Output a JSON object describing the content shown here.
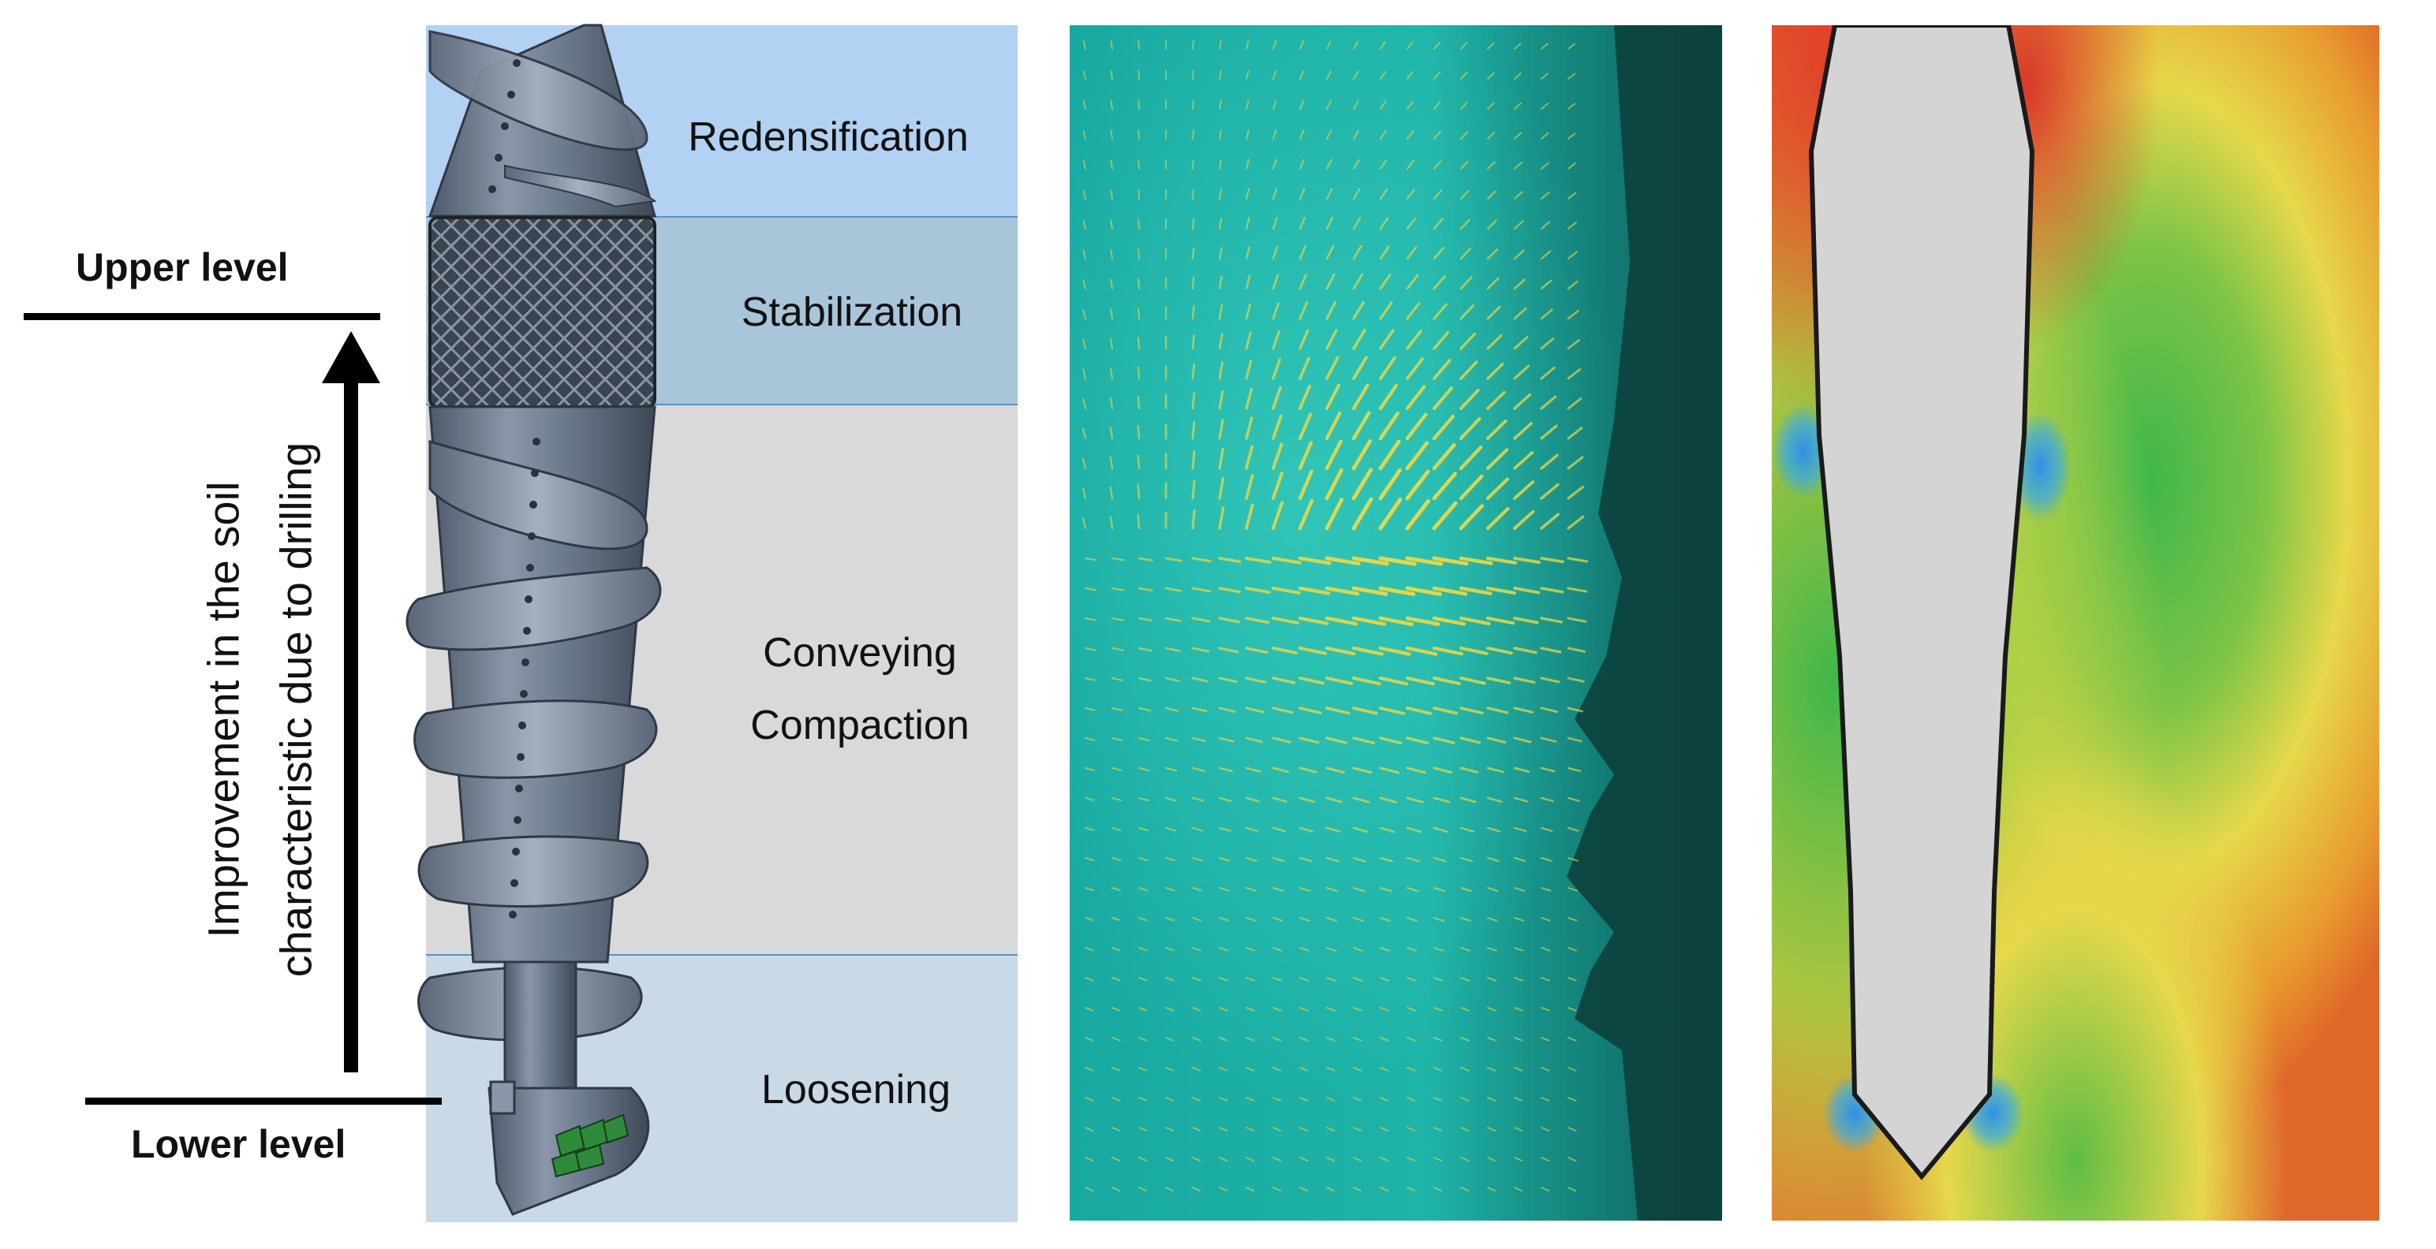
{
  "left_panel": {
    "levels": {
      "upper": "Upper level",
      "lower": "Lower level"
    },
    "arrow_label_line1": "Improvement in the soil",
    "arrow_label_line2": "characteristic due to drilling",
    "zones": {
      "redensification": "Redensification",
      "stabilization": "Stabilization",
      "conveying": "Conveying",
      "compaction": "Compaction",
      "loosening": "Loosening"
    },
    "zone_colors": {
      "redensification": "#b3d1f2",
      "stabilization": "#a9c5d9",
      "conveying_compaction": "#d9d9d9",
      "loosening": "#c9d9e6"
    },
    "auger_color": "#6b7a8c"
  },
  "middle_panel": {
    "background_color": "#1fb4a8",
    "vector_color": "#e6d84a",
    "auger_shadow_color": "#0c3d3a"
  },
  "right_panel": {
    "field_colors": [
      "#e0412a",
      "#e88a2a",
      "#e6d84a",
      "#3fb74a"
    ],
    "body_color": "#d4d4d4",
    "highlight_color": "#3aa8e8"
  }
}
